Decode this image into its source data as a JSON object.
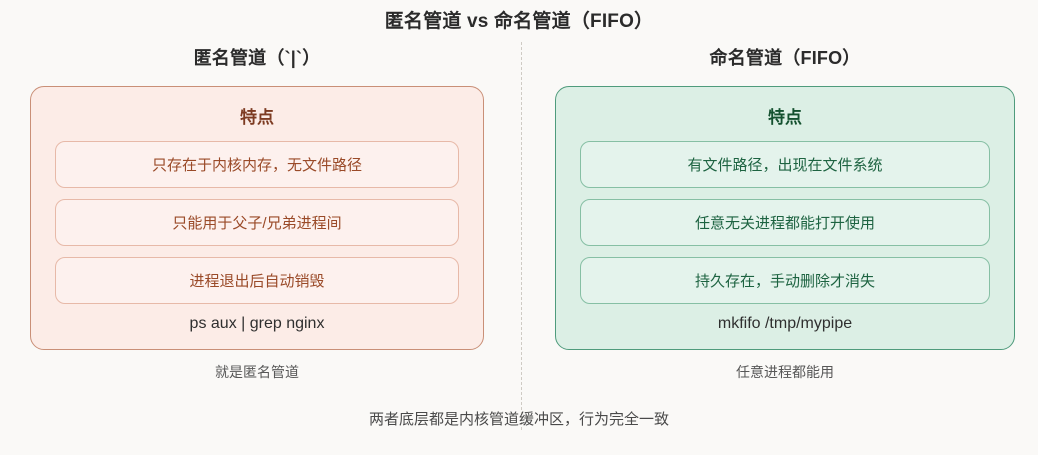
{
  "page": {
    "title": "匿名管道 vs 命名管道（FIFO）",
    "background_color": "#faf9f7",
    "footer_note": "两者底层都是内核管道缓冲区，行为完全一致"
  },
  "divider": {
    "style": "dashed-vertical",
    "color": "#cfcbc4"
  },
  "columns": [
    {
      "id": "anonymous-pipe",
      "title": "匿名管道（`|`）",
      "accent_color": "#c98f77",
      "card_background": "#fcece7",
      "text_color": "#9a4a28",
      "card": {
        "heading": "特点",
        "features": [
          "只存在于内核内存，无文件路径",
          "只能用于父子/兄弟进程间",
          "进程退出后自动销毁"
        ],
        "command": "ps aux | grep nginx"
      },
      "caption": "就是匿名管道"
    },
    {
      "id": "named-pipe-fifo",
      "title": "命名管道（FIFO）",
      "accent_color": "#4f9b7c",
      "card_background": "#dcefe5",
      "text_color": "#1d6341",
      "card": {
        "heading": "特点",
        "features": [
          "有文件路径，出现在文件系统",
          "任意无关进程都能打开使用",
          "持久存在，手动删除才消失"
        ],
        "command": "mkfifo /tmp/mypipe"
      },
      "caption": "任意进程都能用"
    }
  ]
}
